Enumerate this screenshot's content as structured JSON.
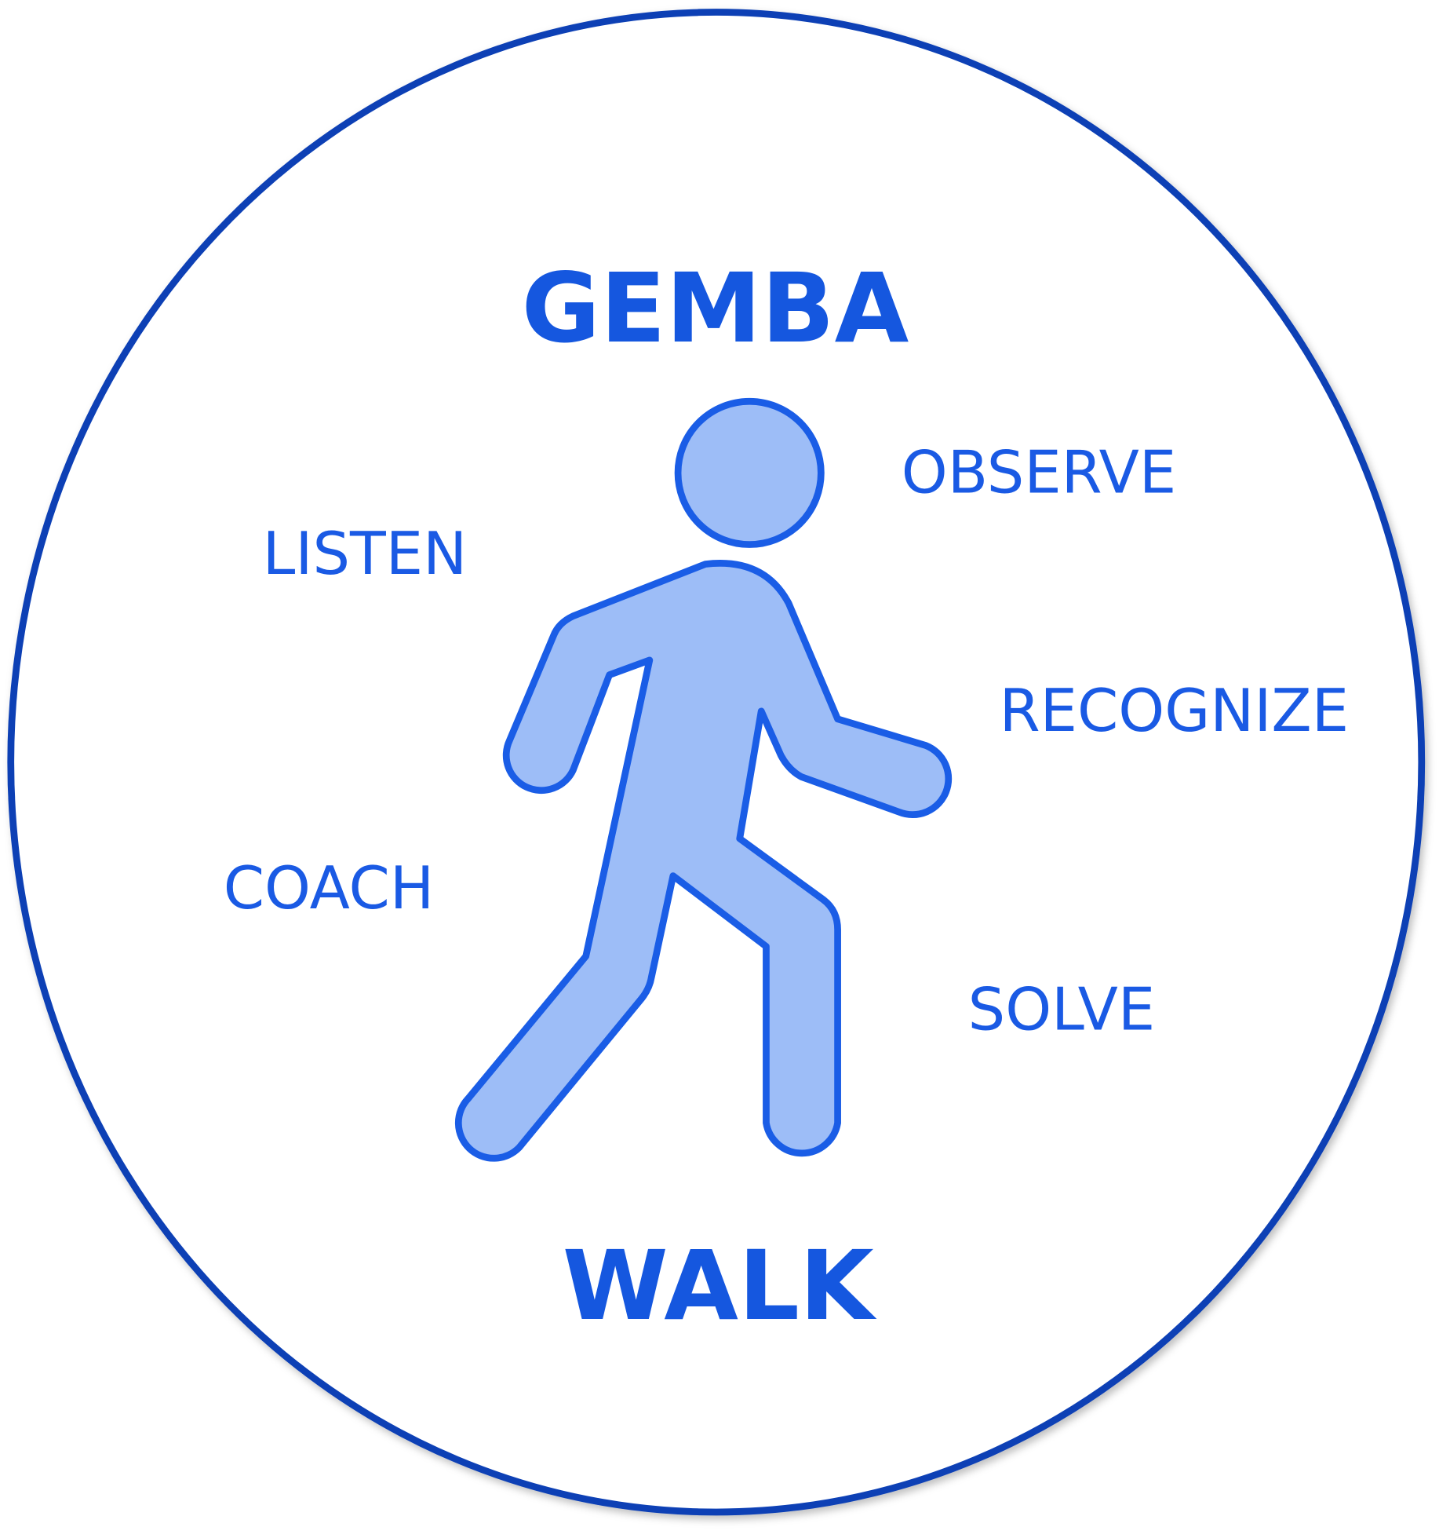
{
  "title_top": "GEMBA",
  "title_bottom": "WALK",
  "actions": {
    "observe": "OBSERVE",
    "listen": "LISTEN",
    "recognize": "RECOGNIZE",
    "coach": "COACH",
    "solve": "SOLVE"
  },
  "colors": {
    "circle_stroke": "#0b3fb5",
    "text": "#1a5ae4",
    "figure_fill": "#9dbdf7",
    "figure_stroke": "#1a5de6"
  },
  "icons": [
    "walking-person-icon"
  ]
}
